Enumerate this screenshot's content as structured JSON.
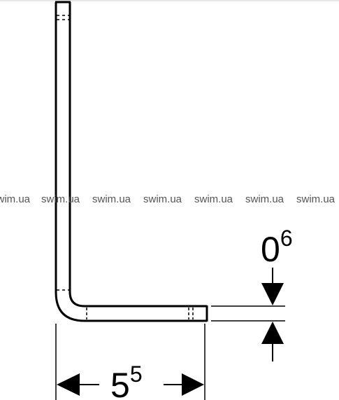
{
  "diagram": {
    "dimensions": {
      "height": {
        "base": "0",
        "sup": "6"
      },
      "length": {
        "base": "5",
        "sup": "5"
      }
    },
    "watermarks": [
      "swim.ua",
      "swim.ua",
      "swim.ua",
      "swim.ua",
      "swim.ua",
      "swim.ua",
      "swim.ua"
    ],
    "colors": {
      "line": "#000000",
      "background": "#ffffff",
      "watermark": "#555555"
    }
  }
}
